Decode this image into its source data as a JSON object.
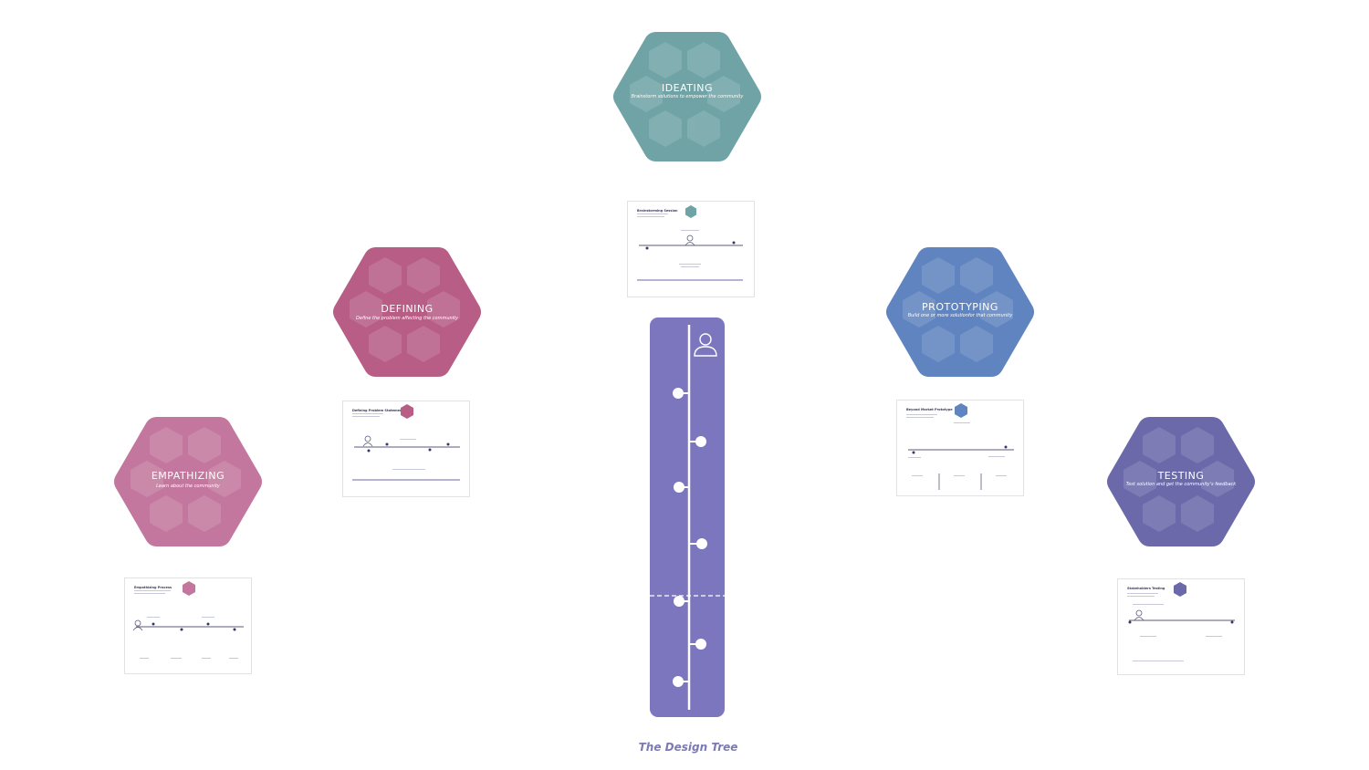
{
  "stages": [
    {
      "id": "empathizing",
      "label": "EMPATHIZING",
      "subtitle": "Learn about the community",
      "color": "#c4779e"
    },
    {
      "id": "defining",
      "label": "DEFINING",
      "subtitle": "Define the problem affecting the community",
      "color": "#b75d86"
    },
    {
      "id": "ideating",
      "label": "IDEATING",
      "subtitle": "Brainstorm solutions to empower the community",
      "color": "#6fa3a6"
    },
    {
      "id": "prototyping",
      "label": "PROTOTYPING",
      "subtitle": "Build one or more solutionfor that community",
      "color": "#5f84bf"
    },
    {
      "id": "testing",
      "label": "TESTING",
      "subtitle": "Test solution and get the community's feedback",
      "color": "#6b69a9"
    }
  ],
  "thumbnails": {
    "empathizing": {
      "title": "Empathizing Process"
    },
    "defining": {
      "title": "Defining Problem Statement"
    },
    "ideating": {
      "title": "Brainstorming Session"
    },
    "prototyping": {
      "title": "Beyond Market Prototype"
    },
    "testing": {
      "title": "Stakeholders Testing"
    }
  },
  "tree": {
    "color": "#7b76bd"
  },
  "caption": "The Design Tree"
}
